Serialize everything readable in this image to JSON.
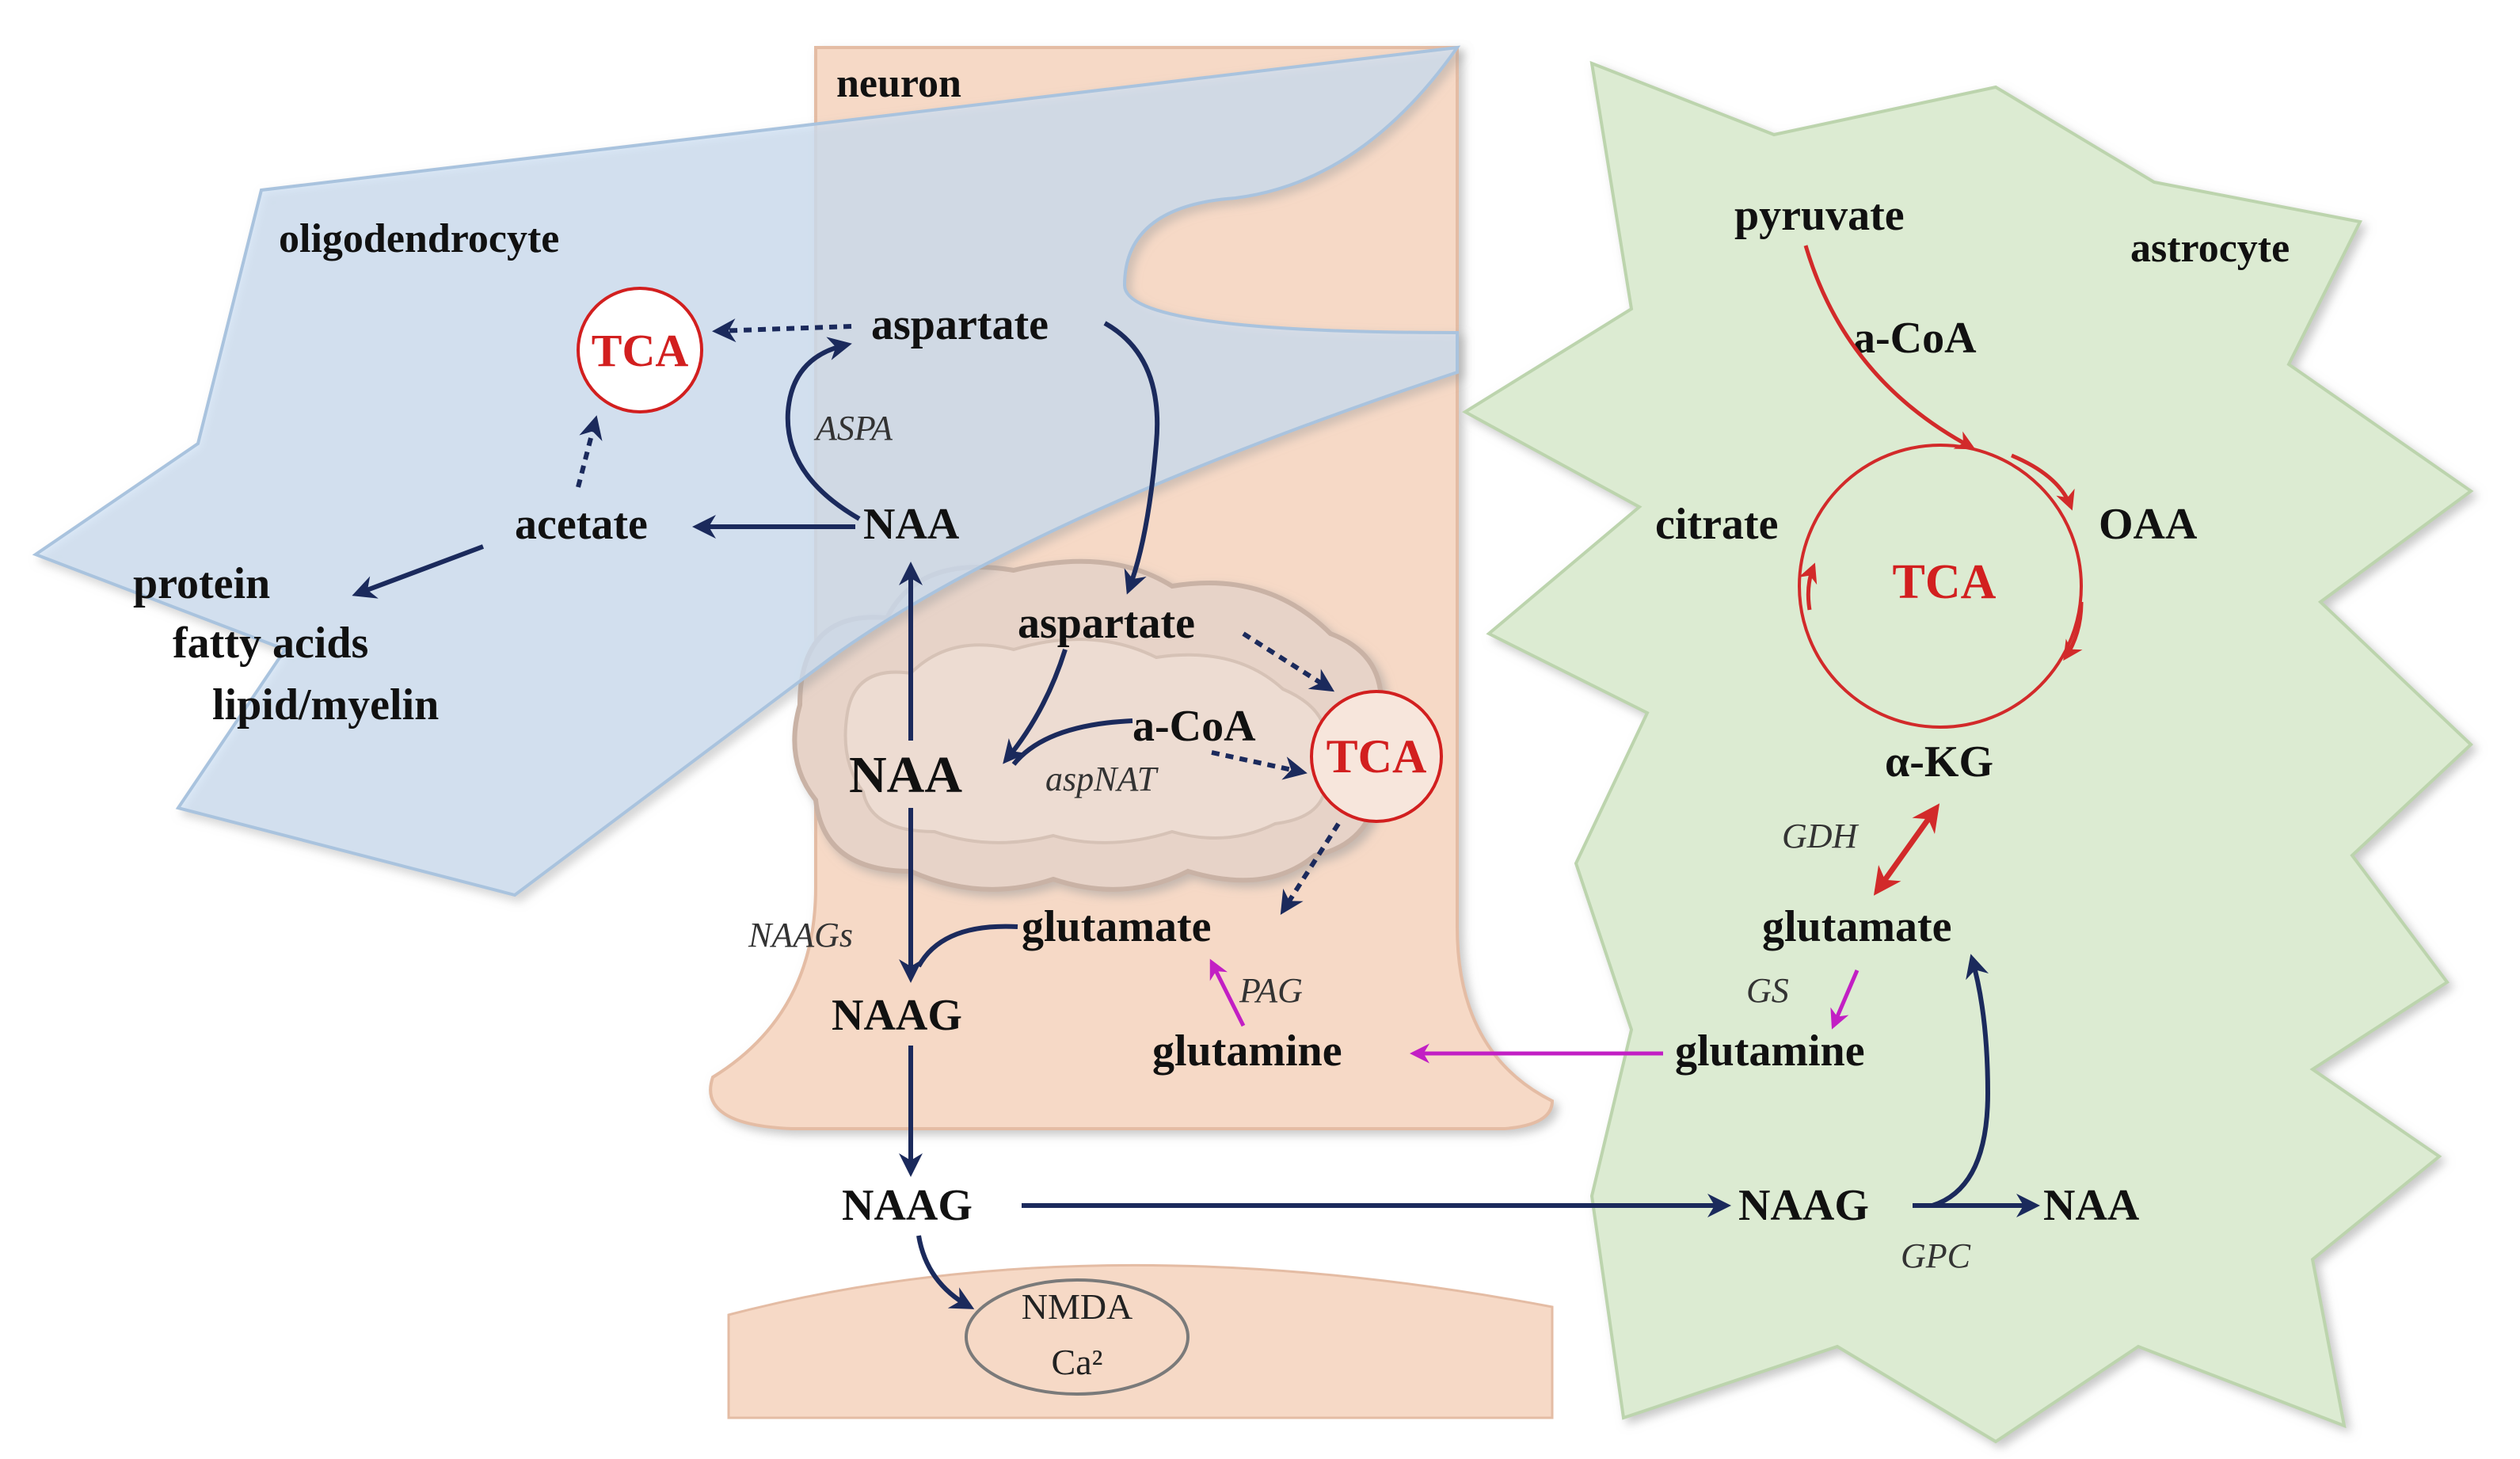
{
  "cells": {
    "neuron": "neuron",
    "oligodendrocyte": "oligodendrocyte",
    "astrocyte": "astrocyte"
  },
  "oligodendrocyte": {
    "tca": "TCA",
    "acetate": "acetate",
    "products": [
      "protein",
      "fatty acids",
      "lipid/myelin"
    ]
  },
  "neuron": {
    "aspartate_top": "aspartate",
    "naa_top": "NAA",
    "aspa": "ASPA",
    "aspartate_mito": "aspartate",
    "acoa": "a-CoA",
    "naa_mito": "NAA",
    "aspnat": "aspNAT",
    "tca": "TCA",
    "naags": "NAAGs",
    "glutamate": "glutamate",
    "pag": "PAG",
    "glutamine": "glutamine",
    "naag_inner": "NAAG",
    "naag_outer": "NAAG",
    "nmda": "NMDA",
    "ca": "Ca²"
  },
  "astrocyte": {
    "pyruvate": "pyruvate",
    "acoa": "a-CoA",
    "citrate": "citrate",
    "oaa": "OAA",
    "tca": "TCA",
    "akg": "α-KG",
    "gdh": "GDH",
    "glutamate": "glutamate",
    "gs": "GS",
    "glutamine": "glutamine",
    "naag": "NAAG",
    "naa": "NAA",
    "gpc": "GPC"
  },
  "colors": {
    "navy_arrow": "#1b2a5c",
    "red_arrow": "#d22a2a",
    "magenta_arrow": "#c21fc4",
    "neuron_fill": "#f6d9c6",
    "oligo_fill": "#dce9f6",
    "astro_fill": "#dcebd2"
  }
}
